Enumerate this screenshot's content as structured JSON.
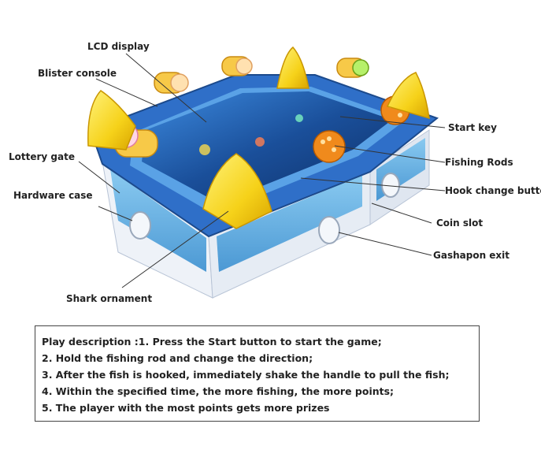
{
  "callouts": {
    "lcd_display": "LCD display",
    "blister_console": "Blister console",
    "lottery_gate": "Lottery gate",
    "hardware_case": "Hardware case",
    "shark_ornament": "Shark ornament",
    "start_key": "Start key",
    "fishing_rods": "Fishing Rods",
    "hook_change_button": "Hook change button",
    "coin_slot": "Coin slot",
    "gashapon_exit": "Gashapon exit"
  },
  "play_description": {
    "lines": [
      "Play description :1. Press the Start button to start the game;",
      "2.  Hold the fishing rod and change the direction;",
      "3.  After the fish is hooked, immediately shake the handle to pull the fish;",
      "4.  Within the specified time, the more fishing, the more points;",
      "5. The player with the most points gets more prizes"
    ]
  },
  "colors": {
    "cabinet_blue": "#2f6fc8",
    "cabinet_white": "#e8eef6",
    "screen_blue": "#1a4f9a",
    "shark_yellow": "#f6d21a",
    "rod_orange": "#f08a1c",
    "leader_line": "#333333"
  }
}
